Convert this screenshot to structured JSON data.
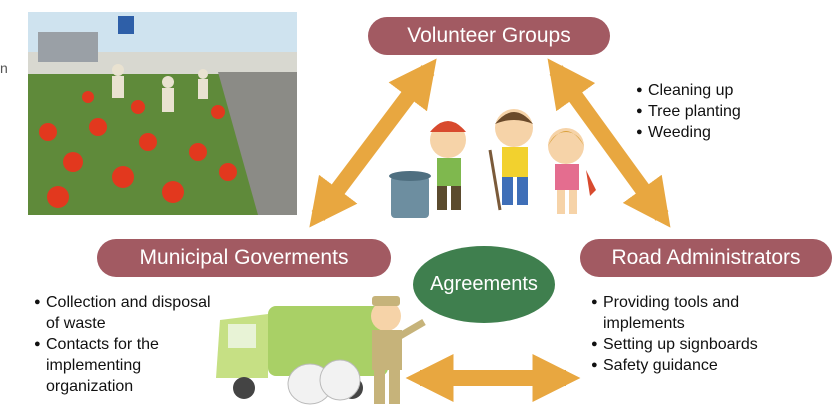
{
  "colors": {
    "pill": "#a25a62",
    "agreement": "#3f7f4e",
    "arrow": "#e8a740"
  },
  "nodes": {
    "volunteer": "Volunteer Groups",
    "municipal": "Municipal Goverments",
    "road": "Road Administrators",
    "agreement": "Agreements"
  },
  "lists": {
    "volunteer": [
      "Cleaning up",
      "Tree planting",
      "Weeding"
    ],
    "municipal": [
      "Collection and disposal of waste",
      "Contacts for the implementing organization"
    ],
    "road": [
      "Providing tools and implements",
      "Setting up signboards",
      "Safety guidance"
    ]
  }
}
